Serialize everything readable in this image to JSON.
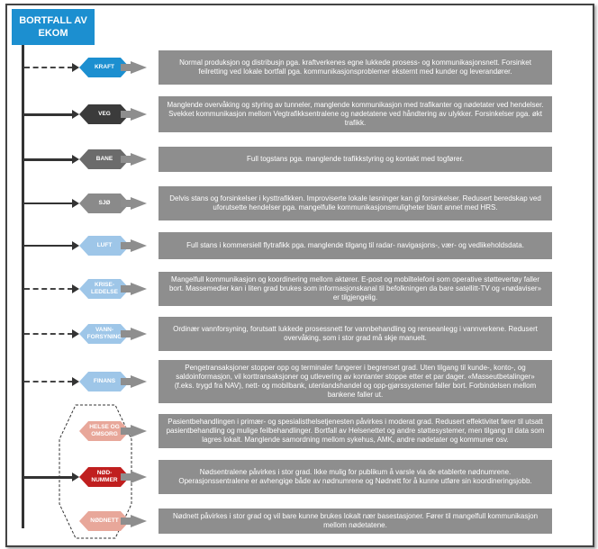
{
  "title": "BORTFALL AV EKOM",
  "colors": {
    "title_bg": "#1c8fd0",
    "desc_bg": "#8e8e8e",
    "kraft": "#1c8fd0",
    "veg": "#3b3b3b",
    "bane": "#6b6b6b",
    "sjo": "#8a8a8a",
    "luft": "#9ec6e8",
    "krise": "#9ec6e8",
    "vann": "#9ec6e8",
    "finans": "#9ec6e8",
    "helse": "#e8a79a",
    "nodnummer": "#c01f1f",
    "nodnett": "#e8a79a"
  },
  "rows": [
    {
      "label": "KRAFT",
      "desc": "Normal produksjon og distribusjn pga. kraftverkenes egne lukkede prosess- og kommunikasjonsnett. Forsinket feilretting ved lokale bortfall pga. kommunikasjonsproblemer eksternt med kunder og leverandører."
    },
    {
      "label": "VEG",
      "desc": "Manglende overvåking og styring av tunneler, manglende kommunikasjon med trafikanter og nødetater ved hendelser. Svekket kommunikasjon mellom Vegtrafikksentralene og nødetatene ved håndtering av ulykker. Forsinkelser pga. økt trafikk."
    },
    {
      "label": "BANE",
      "desc": "Full togstans pga. manglende trafikkstyring og kontakt med togfører."
    },
    {
      "label": "SJØ",
      "desc": "Delvis stans og forsinkelser i kysttrafikken. Improviserte lokale løsninger kan gi forsinkelser. Redusert beredskap ved uforutsette hendelser pga. mangelfulle kommunikasjonsmuligheter blant annet med HRS."
    },
    {
      "label": "LUFT",
      "desc": "Full stans i kommersiell flytrafikk pga. manglende tilgang til radar- navigasjons-, vær- og vedlikeholdsdata."
    },
    {
      "label": "KRISE-\nLEDELSE",
      "desc": "Mangelfull kommunikasjon og koordinering mellom aktører. E-post og mobiltelefoni som operative støttevertøy faller bort. Massemedier kan i liten grad brukes som informasjonskanal til befolkningen da bare satellitt-TV og «nødaviser» er tilgjengelig."
    },
    {
      "label": "VANN-\nFORSYNING",
      "desc": "Ordinær vannforsyning, forutsatt lukkede prosessnett for vannbehandling og renseanlegg i vannverkene. Redusert overvåking, som i stor grad må skje manuelt."
    },
    {
      "label": "FINANS",
      "desc": "Pengetransaksjoner stopper opp og terminaler fungerer i begrenset grad. Uten tilgang til kunde-, konto-, og saldoinformasjon, vil korttransaksjoner og utlevering av kontanter stoppe etter et par dager. «Masseutbetalinger» (f.eks. trygd fra NAV), nett- og mobilbank, utenlandshandel og opp-gjørssystemer faller bort. Forbindelsen mellom bankene faller ut."
    },
    {
      "label": "HELSE OG\nOMSORG",
      "desc": "Pasientbehandlingen i primær- og spesialisthelsetjenesten påvirkes i moderat grad. Redusert effektivitet fører til utsatt pasientbehandling og mulige feilbehandlinger. Bortfall av Helsenettet og andre støttesystemer, men tilgang til data som lagres lokalt. Manglende samordning mellom sykehus, AMK, andre nødetater og kommuner osv."
    },
    {
      "label": "NØD-\nNUMMER",
      "desc": "Nødsentralene påvirkes i stor grad. Ikke mulig for publikum å varsle via de etablerte nødnumrene. Operasjonssentralene er avhengige både av nødnumrene og Nødnett for å kunne utføre sin koordineringsjobb."
    },
    {
      "label": "NØDNETT",
      "desc": "Nødnett påvirkes i stor grad og vil bare kunne brukes lokalt nær basestasjoner. Fører til mangelfull kommunikasjon mellom nødetatene."
    }
  ]
}
